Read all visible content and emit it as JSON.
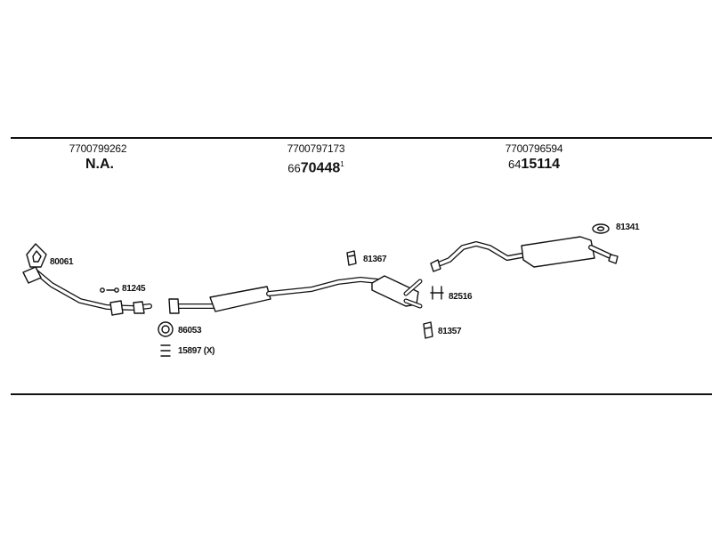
{
  "columns": [
    {
      "oe_number": "7700799262",
      "part_main": "N.A.",
      "part_prefix": "",
      "part_suffix": ""
    },
    {
      "oe_number": "7700797173",
      "part_main": "70448",
      "part_prefix": "66",
      "part_suffix": "1"
    },
    {
      "oe_number": "7700796594",
      "part_main": "15114",
      "part_prefix": "64",
      "part_suffix": ""
    }
  ],
  "part_labels": {
    "gasket_front": "80061",
    "bolt_kit": "81245",
    "gasket_ring": "86053",
    "bolt_set": "15897 (X)",
    "rubber_mount_top": "81367",
    "clamp": "82516",
    "rubber_mount_bottom": "81357",
    "rubber_mount_rear": "81341"
  },
  "colors": {
    "line": "#111111",
    "fill": "#ffffff"
  }
}
